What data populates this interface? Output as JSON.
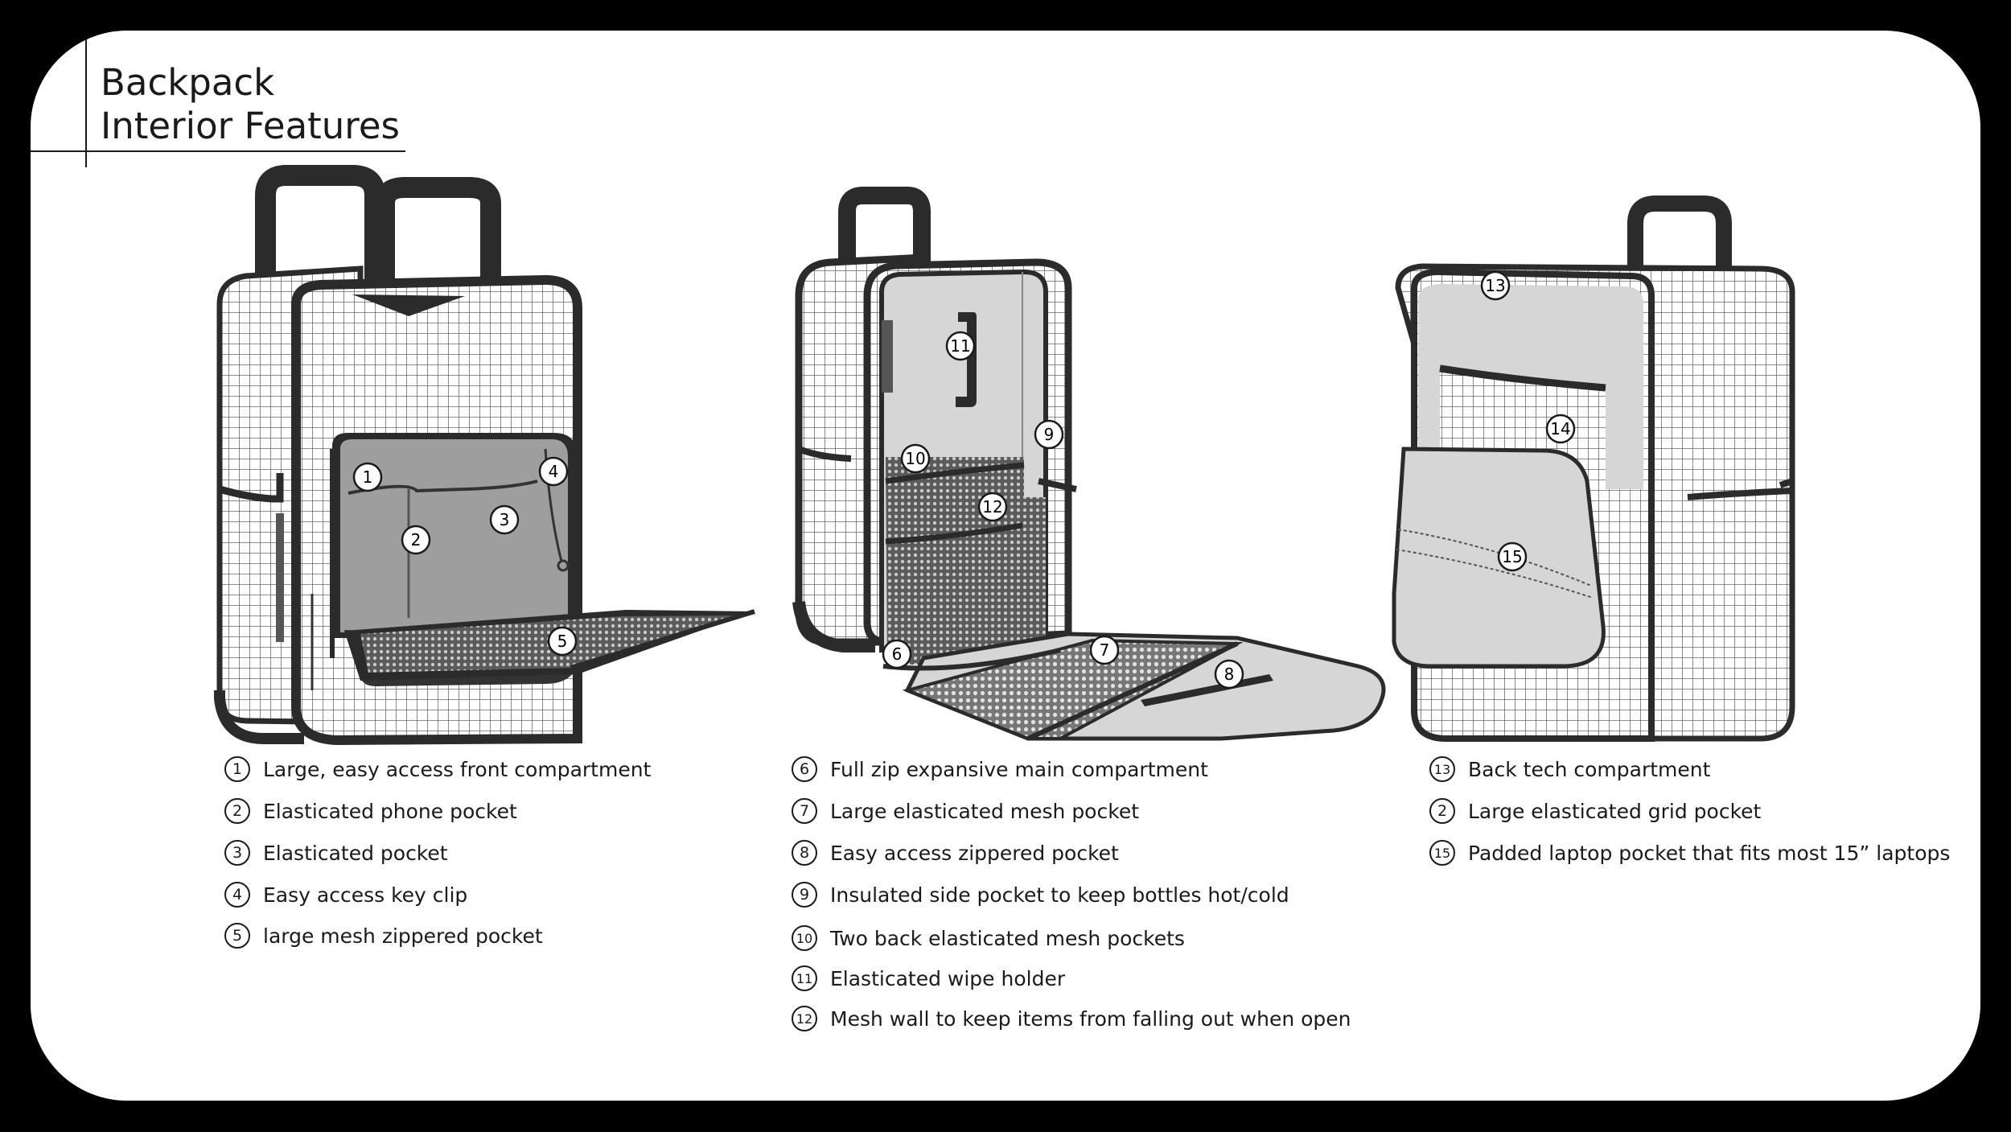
{
  "title": {
    "line1": "Backpack",
    "line2": "Interior Features"
  },
  "callouts": {
    "c1": "1",
    "c2": "2",
    "c3": "3",
    "c4": "4",
    "c5": "5",
    "c6": "6",
    "c7": "7",
    "c8": "8",
    "c9": "9",
    "c10": "10",
    "c11": "11",
    "c12": "12",
    "c13": "13",
    "c14": "14",
    "c15": "15"
  },
  "legend_front": [
    {
      "num": "1",
      "text": "Large, easy access front compartment"
    },
    {
      "num": "2",
      "text": "Elasticated phone pocket"
    },
    {
      "num": "3",
      "text": "Elasticated pocket"
    },
    {
      "num": "4",
      "text": "Easy access key clip"
    },
    {
      "num": "5",
      "text": "large mesh zippered pocket"
    }
  ],
  "legend_main": [
    {
      "num": "6",
      "text": "Full zip expansive main compartment"
    },
    {
      "num": "7",
      "text": "Large elasticated mesh pocket"
    },
    {
      "num": "8",
      "text": "Easy access zippered pocket"
    },
    {
      "num": "9",
      "text": "Insulated side pocket to keep bottles hot/cold"
    },
    {
      "num": "10",
      "text": "Two back elasticated mesh pockets"
    },
    {
      "num": "11",
      "text": "Elasticated wipe holder"
    },
    {
      "num": "12",
      "text": "Mesh wall to keep items from falling out when open"
    }
  ],
  "legend_back": [
    {
      "num": "13",
      "text": "Back tech compartment"
    },
    {
      "num": "2",
      "text": "Large elasticated grid pocket"
    },
    {
      "num": "15",
      "text": "Padded laptop pocket that fits most 15” laptops"
    }
  ],
  "colors": {
    "outline": "#2b2b2b",
    "panel_gray": "#9e9e9e",
    "light_gray": "#d6d6d6",
    "grid": "#4a4a4a"
  }
}
